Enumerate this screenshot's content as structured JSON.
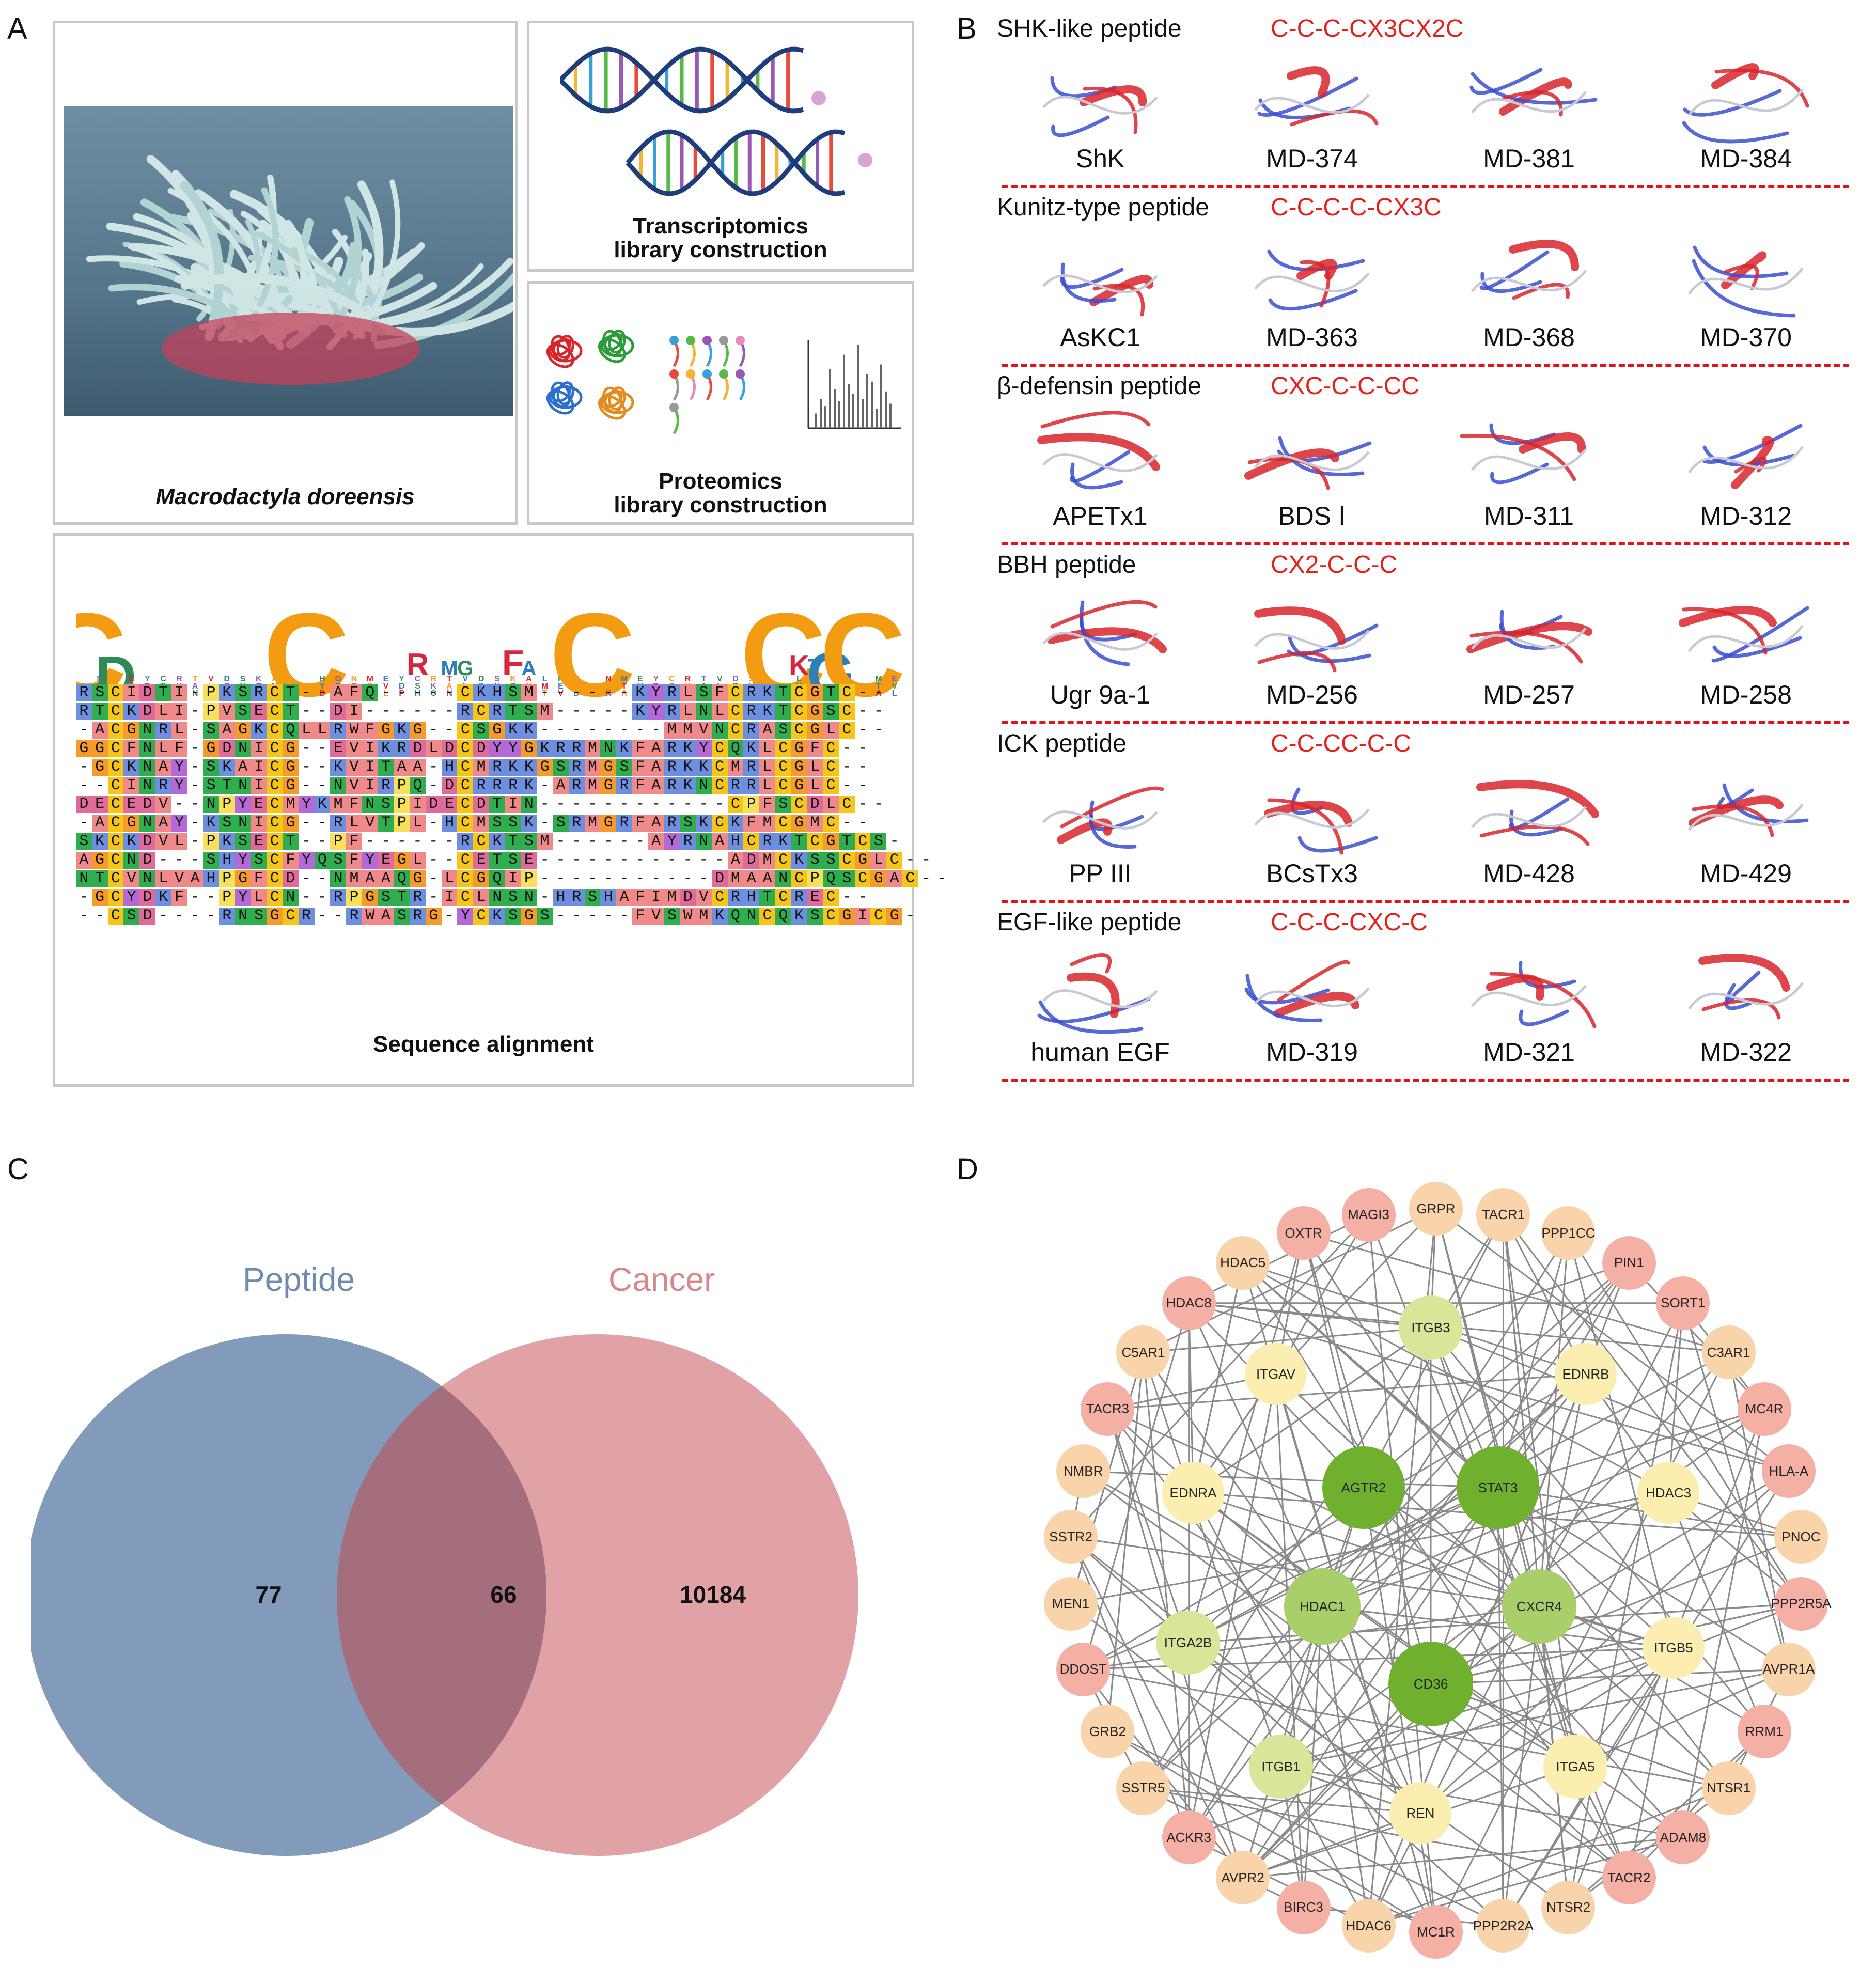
{
  "panels": {
    "a": "A",
    "b": "B",
    "c": "C",
    "d": "D"
  },
  "panel_a": {
    "species": "Macrodactyla doreensis",
    "transcriptomics": "Transcriptomics\nlibrary construction",
    "proteomics": "Proteomics\nlibrary construction",
    "alignment_title": "Sequence alignment",
    "sequences": [
      "RSCIDTI-PKSRCT--AFQ-----CKHSM------KYRLSFCRKTCGTC--",
      "RTCKDLI-PVSECT--DI------RCRTSM-----KYRLNLCRKTCGSC--",
      "-ACGNRL-SAGKCQLLRWFGKG--CSGKK--------MMVNCRASCGLC--",
      "GGCFNLF-GDNICG--EVIKRDLDCDYYGKRRMNKFARKYCQKLCGFC--",
      "-GCKNAY-SKAICG--KVITAA-HCMRKKGSRMGSFARKKCMRLCGLC--",
      "--CINRY-STNICG--NVIRPQ-DCRRRK-ARMGRFARKNCRRLCGLC--",
      "DECEDV--NPYECMYKMFNSPIDECDTIN------------CPFSCDLC--",
      "-ACGNAY-KSNICG--RLVTPL-HCMSSK-SRMGRFARSKCKFMCGMC--",
      "SKCKDVL-PKSECT--PF------RCKTSM------AYRNAHCRKTCGTCS-",
      "AGCND---SHYSCFYQSFYEGL--CETSE------------ADMCKSSCGLC--",
      "NTCVNLVAHPGFCD--NMAAQG-LCGQIP-----------DMAANCPQSCGAC--",
      "-GCYDKF--PYLCN--RPGSTR-ICLNSN-HRSHAFIMDVCRHTCREC--",
      "--CSD----RNSGCR--RWASRG-YCKSGS-----FVSWMKQNCQKSCGICG-"
    ]
  },
  "panel_b": {
    "families": [
      {
        "name": "SHK-like peptide",
        "motif": "C-C-C-CX3CX2C",
        "peptides": [
          "ShK",
          "MD-374",
          "MD-381",
          "MD-384"
        ]
      },
      {
        "name": "Kunitz-type peptide",
        "motif": "C-C-C-C-CX3C",
        "peptides": [
          "AsKC1",
          "MD-363",
          "MD-368",
          "MD-370"
        ]
      },
      {
        "name": "β-defensin peptide",
        "motif": "CXC-C-C-CC",
        "peptides": [
          "APETx1",
          "BDS Ⅰ",
          "MD-311",
          "MD-312"
        ]
      },
      {
        "name": "BBH peptide",
        "motif": "CX2-C-C-C",
        "peptides": [
          "Ugr 9a-1",
          "MD-256",
          "MD-257",
          "MD-258"
        ]
      },
      {
        "name": "ICK peptide",
        "motif": "C-C-CC-C-C",
        "peptides": [
          "PP III",
          "BCsTx3",
          "MD-428",
          "MD-429"
        ]
      },
      {
        "name": "EGF-like peptide",
        "motif": "C-C-C-CXC-C",
        "peptides": [
          "human EGF",
          "MD-319",
          "MD-321",
          "MD-322"
        ]
      }
    ]
  },
  "panel_c": {
    "peptide_label": "Peptide",
    "cancer_label": "Cancer",
    "peptide_only": "77",
    "overlap": "66",
    "cancer_only": "10184",
    "colors": {
      "peptide": "#5f7fa6",
      "cancer": "#d98a8e",
      "overlap": "#9a5e6c"
    }
  },
  "panel_d": {
    "nodes": [
      "AGTR2",
      "STAT3",
      "HDAC1",
      "CXCR4",
      "CD36",
      "ITGB3",
      "ITGAV",
      "EDNRB",
      "EDNRA",
      "HDAC3",
      "ITGA2B",
      "ITGB5",
      "ITGB1",
      "ITGA5",
      "REN",
      "GRPR",
      "TACR1",
      "PPP1CC",
      "PIN1",
      "SORT1",
      "C3AR1",
      "MC4R",
      "HLA-A",
      "PNOC",
      "PPP2R5A",
      "AVPR1A",
      "RRM1",
      "NTSR1",
      "ADAM8",
      "TACR2",
      "NTSR2",
      "PPP2R2A",
      "MC1R",
      "HDAC6",
      "BIRC3",
      "AVPR2",
      "ACKR3",
      "SSTR5",
      "GRB2",
      "DDOST",
      "MEN1",
      "SSTR2",
      "NMBR",
      "TACR3",
      "C5AR1",
      "HDAC8",
      "HDAC5",
      "OXTR",
      "MAGI3"
    ],
    "colors": {
      "core": "#6fb12e",
      "second": "#a9cf6a",
      "third": "#d9e69a",
      "fourth": "#fbeeb0",
      "outer_peach": "#f9d3aa",
      "outer_pink": "#f5b0a6"
    }
  }
}
